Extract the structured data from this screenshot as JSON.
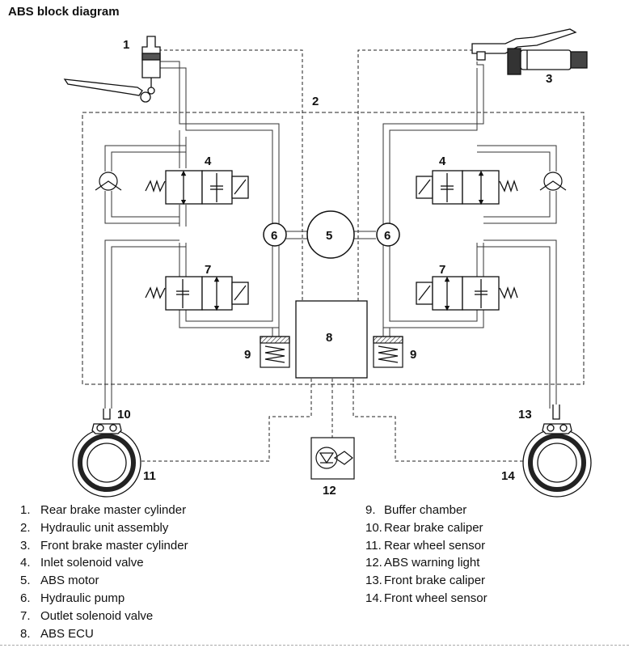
{
  "title": "ABS block diagram",
  "callouts": {
    "c1": "1",
    "c2": "2",
    "c3": "3",
    "c4_left": "4",
    "c4_right": "4",
    "c5": "5",
    "c6_left": "6",
    "c6_right": "6",
    "c7_left": "7",
    "c7_right": "7",
    "c8": "8",
    "c9_left": "9",
    "c9_right": "9",
    "c10": "10",
    "c11": "11",
    "c12": "12",
    "c13": "13",
    "c14": "14"
  },
  "legend_left": [
    {
      "num": "1.",
      "text": "Rear brake master cylinder"
    },
    {
      "num": "2.",
      "text": "Hydraulic unit assembly"
    },
    {
      "num": "3.",
      "text": "Front brake master cylinder"
    },
    {
      "num": "4.",
      "text": "Inlet solenoid valve"
    },
    {
      "num": "5.",
      "text": "ABS motor"
    },
    {
      "num": "6.",
      "text": "Hydraulic pump"
    },
    {
      "num": "7.",
      "text": "Outlet solenoid valve"
    },
    {
      "num": "8.",
      "text": "ABS ECU"
    }
  ],
  "legend_right": [
    {
      "num": "9.",
      "text": "Buffer chamber"
    },
    {
      "num": "10.",
      "text": "Rear brake caliper"
    },
    {
      "num": "11.",
      "text": "Rear wheel sensor"
    },
    {
      "num": "12.",
      "text": "ABS warning light"
    },
    {
      "num": "13.",
      "text": "Front brake caliper"
    },
    {
      "num": "14.",
      "text": "Front wheel sensor"
    }
  ]
}
